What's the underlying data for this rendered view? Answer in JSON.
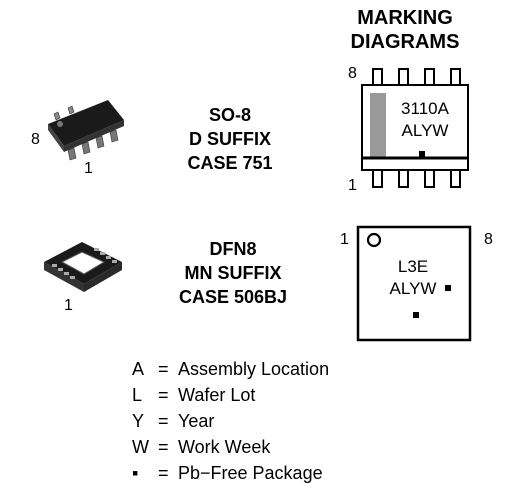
{
  "heading": {
    "line1": "MARKING",
    "line2": "DIAGRAMS"
  },
  "so8": {
    "name": "SO-8",
    "suffix": "D SUFFIX",
    "case": "CASE 751",
    "pin_left": "8",
    "pin_bottom": "1"
  },
  "so8_marking": {
    "pin_top": "8",
    "pin_bottom": "1",
    "line1": "3110A",
    "line2": "ALYW"
  },
  "dfn8": {
    "name": "DFN8",
    "suffix": "MN SUFFIX",
    "case": "CASE 506BJ",
    "pin_bottom": "1"
  },
  "dfn8_marking": {
    "pin_left": "1",
    "pin_right": "8",
    "line1": "L3E",
    "line2": "ALYW"
  },
  "legend": [
    {
      "key": "A",
      "eq": "=",
      "desc": "Assembly Location"
    },
    {
      "key": "L",
      "eq": "=",
      "desc": "Wafer Lot"
    },
    {
      "key": "Y",
      "eq": "=",
      "desc": "Year"
    },
    {
      "key": "W",
      "eq": "=",
      "desc": "Work Week"
    },
    {
      "key": "▪",
      "eq": "=",
      "desc": "Pb−Free Package"
    }
  ]
}
